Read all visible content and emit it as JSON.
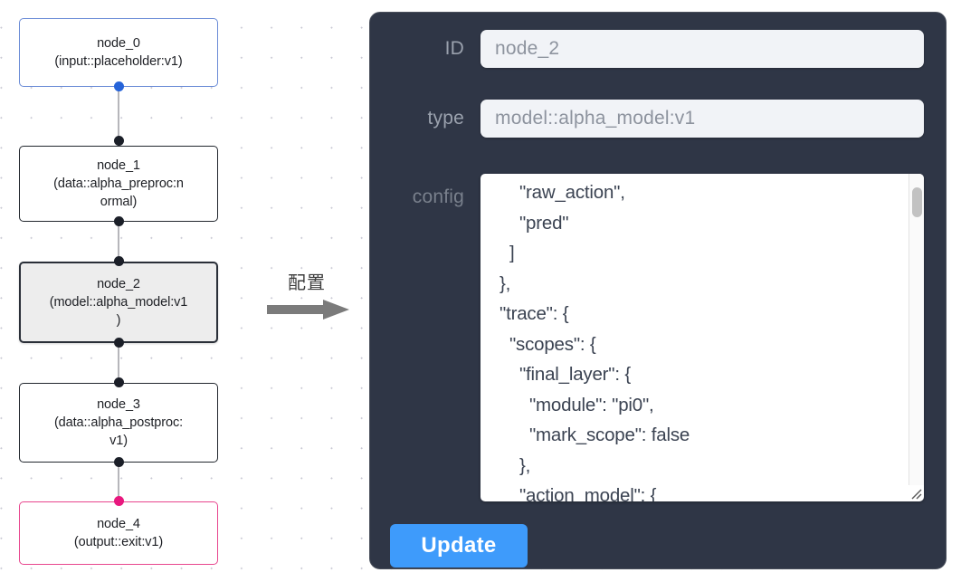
{
  "canvas": {
    "background_color": "#ffffff",
    "dot_color": "#c9c9d4"
  },
  "flow_graph": {
    "nodes": [
      {
        "id": "node_0",
        "title": "node_0",
        "subtitle": "(input::placeholder:v1)",
        "text": "node_0\n(input::placeholder:v1)",
        "border_color": "#6a8bd6",
        "fill_color": "#ffffff",
        "selected": false
      },
      {
        "id": "node_1",
        "title": "node_1",
        "subtitle": "(data::alpha_preproc:normal)",
        "text": "node_1\n(data::alpha_preproc:n\normal)",
        "border_color": "#22272e",
        "fill_color": "#ffffff",
        "selected": false
      },
      {
        "id": "node_2",
        "title": "node_2",
        "subtitle": "(model::alpha_model:v1)",
        "text": "node_2\n(model::alpha_model:v1\n)",
        "border_color": "#2a2f38",
        "fill_color": "#ededed",
        "selected": true
      },
      {
        "id": "node_3",
        "title": "node_3",
        "subtitle": "(data::alpha_postproc:v1)",
        "text": "node_3\n(data::alpha_postproc:\nv1)",
        "border_color": "#22272e",
        "fill_color": "#ffffff",
        "selected": false
      },
      {
        "id": "node_4",
        "title": "node_4",
        "subtitle": "(output::exit:v1)",
        "text": "node_4\n(output::exit:v1)",
        "border_color": "#e8468e",
        "fill_color": "#ffffff",
        "selected": false
      }
    ],
    "edges": [
      {
        "from": "node_0",
        "to": "node_1",
        "color": "#b6b6bb"
      },
      {
        "from": "node_1",
        "to": "node_2",
        "color": "#b6b6bb"
      },
      {
        "from": "node_2",
        "to": "node_3",
        "color": "#b6b6bb"
      },
      {
        "from": "node_3",
        "to": "node_4",
        "color": "#b6b6bb"
      }
    ],
    "port_colors": {
      "default": "#1b1f28",
      "source": "#2563d9",
      "exit": "#e8187e"
    }
  },
  "arrow_annotation": {
    "label": "配置",
    "icon": "right-arrow-icon",
    "color": "#7b7b7b"
  },
  "config_panel": {
    "background_color": "#2f3646",
    "fields": [
      {
        "label": "ID",
        "value": "node_2",
        "placeholder": "node_2"
      },
      {
        "label": "type",
        "value": "model::alpha_model:v1",
        "placeholder": "model::alpha_model:v1"
      }
    ],
    "config": {
      "label": "config",
      "value": "      \"raw_action\",\n      \"pred\"\n    ]\n  },\n  \"trace\": {\n    \"scopes\": {\n      \"final_layer\": {\n        \"module\": \"pi0\",\n        \"mark_scope\": false\n      },\n      \"action_model\": {",
      "scroll_position": "middle"
    },
    "update_button": {
      "label": "Update",
      "color": "#3e9bfb"
    }
  }
}
